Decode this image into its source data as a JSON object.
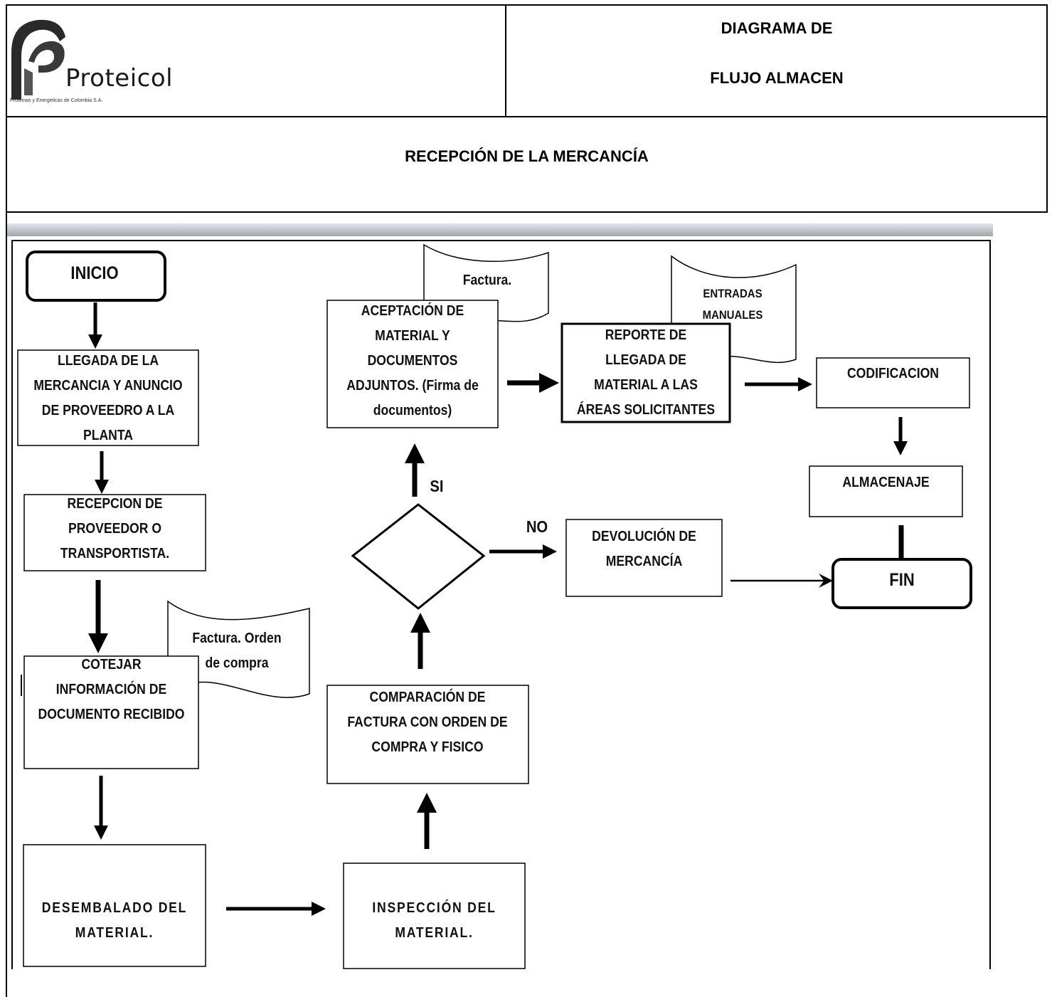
{
  "header": {
    "logo_name": "Proteicol",
    "logo_tagline": "Proteinas y Energeticas de Colombia S.A.",
    "title_line1": "DIAGRAMA DE",
    "title_line2": "FLUJO ALMACEN",
    "subtitle": "RECEPCIÓN  DE LA MERCANCÍA"
  },
  "diagram": {
    "start": "INICIO",
    "end": "FIN",
    "steps": {
      "llegada": "LLEGADA DE LA\nMERCANCIA Y ANUNCIO\nDE PROVEEDRO A LA\nPLANTA",
      "recepcion": "RECEPCION DE\nPROVEEDOR O\nTRANSPORTISTA.",
      "cotejar": "COTEJAR\nINFORMACIÓN DE\nDOCUMENTO RECIBIDO",
      "desembalado": "DESEMBALADO DEL\nMATERIAL.",
      "inspeccion": "INSPECCIÓN DEL\nMATERIAL.",
      "comparacion": "COMPARACIÓN DE\nFACTURA CON ORDEN DE\nCOMPRA Y FISICO",
      "aceptacion": "ACEPTACIÓN DE\nMATERIAL Y\nDOCUMENTOS\nADJUNTOS. (Firma de\ndocumentos)",
      "reporte": "REPORTE DE\nLLEGADA DE\nMATERIAL A LAS\nÁREAS SOLICITANTES",
      "codificacion": "CODIFICACION",
      "almacenaje": "ALMACENAJE",
      "devolucion": "DEVOLUCIÓN DE\nMERCANCÍA"
    },
    "documents": {
      "doc_cotejar": "Factura. Orden\nde compra",
      "doc_aceptacion": "Factura.",
      "doc_reporte": "ENTRADAS\nMANUALES"
    },
    "decision": {
      "yes": "SI",
      "no": "NO"
    }
  }
}
